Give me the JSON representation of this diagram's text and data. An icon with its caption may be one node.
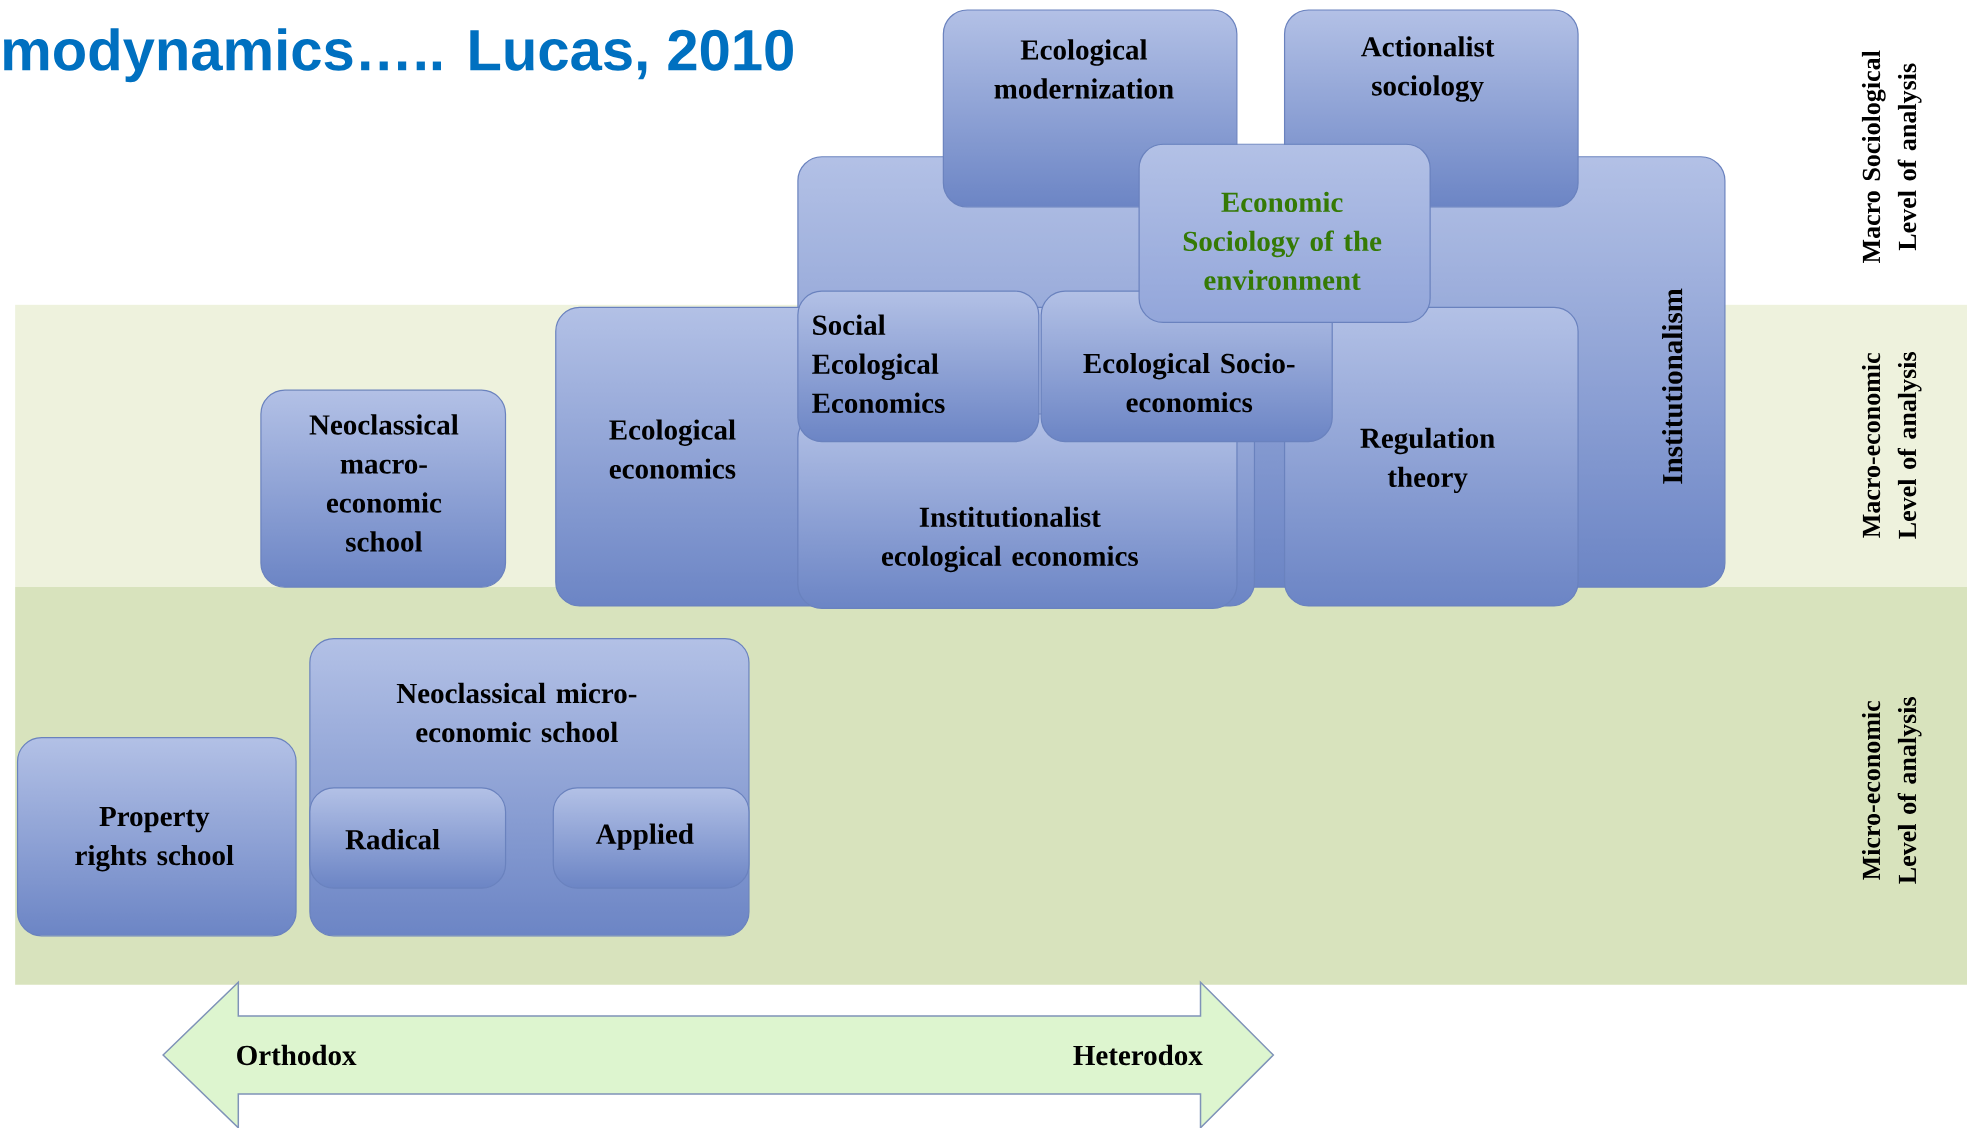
{
  "diagram": {
    "title": "modynamics….. Lucas, 2010",
    "nodes": [
      {
        "text": [
          "Ecological modernization"
        ]
      },
      {
        "text": [
          "Actionalist sociology"
        ]
      },
      {
        "text": [
          "Institutionalism"
        ]
      },
      {
        "text": [
          "Economic Sociology of the environment"
        ]
      },
      {
        "text": [
          "Social Ecological Economics"
        ],
        "in": 2
      },
      {
        "text": [
          "Ecological Socio-economics"
        ],
        "in": 2
      },
      {
        "text": [
          "Neoclassical macro-economic school"
        ]
      },
      {
        "text": [
          "Ecological economics"
        ]
      },
      {
        "text": [
          "Regulation theory"
        ]
      },
      {
        "text": [
          "Institutionalist ecological economics"
        ],
        "in": 7
      },
      {
        "text": [
          "Neoclassical micro-economic school"
        ]
      },
      {
        "text": [
          "Property rights school"
        ]
      },
      {
        "text": [
          "Radical"
        ],
        "in": 10
      },
      {
        "text": [
          "Applied"
        ],
        "in": 10
      },
      {
        "text": [
          "Orthodox",
          "Heterodox"
        ]
      }
    ],
    "labels": [
      "Macro Sociological Level of analysis",
      "Macro-economic Level of analysis",
      "Micro-economic Level of analysis"
    ]
  }
}
